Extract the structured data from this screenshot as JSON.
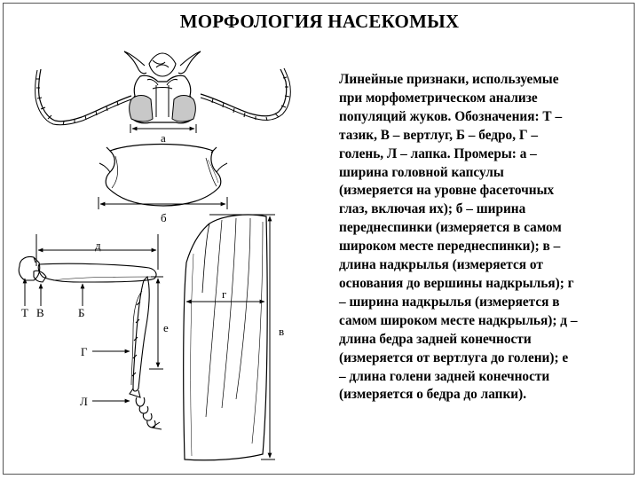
{
  "title": "МОРФОЛОГИЯ НАСЕКОМЫХ",
  "caption_lines": [
    "Линейные признаки, используемые",
    "при морфометрическом анализе",
    "популяций жуков. Обозначения: Т –",
    "тазик, В – вертлуг, Б – бедро, Г –",
    "голень, Л – лапка. Промеры: а –",
    "ширина головной капсулы",
    "(измеряется на уровне фасеточных",
    "глаз, включая их); б – ширина",
    "переднеспинки (измеряется в самом",
    "широком месте переднеспинки); в –",
    "длина надкрылья (измеряется от",
    "основания до вершины надкрылья); г",
    "– ширина надкрылья (измеряется в",
    "самом широком месте надкрылья); д –",
    "длина бедра задней конечности",
    "(измеряется от вертлуга до голени); е",
    "– длина голени задней конечности",
    "(измеряется о бедра до лапки)."
  ],
  "labels": {
    "a": "а",
    "b": "б",
    "v": "в",
    "g": "г",
    "d": "д",
    "e": "е",
    "T": "Т",
    "V": "В",
    "B": "Б",
    "G": "Г",
    "L": "Л"
  },
  "colors": {
    "ink": "#000000",
    "frame": "#555555",
    "eye_fill": "#c8c8c8"
  }
}
